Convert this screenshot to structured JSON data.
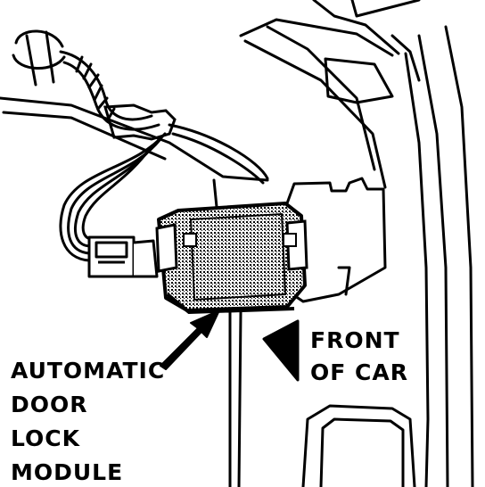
{
  "figure": {
    "callout_module": [
      "AUTOMATIC",
      "DOOR",
      "LOCK",
      "MODULE"
    ],
    "callout_direction": [
      "FRONT",
      "OF CAR"
    ]
  },
  "colors": {
    "ink": "#000000",
    "paper": "#ffffff",
    "module_fill": "#7a7a7a"
  }
}
